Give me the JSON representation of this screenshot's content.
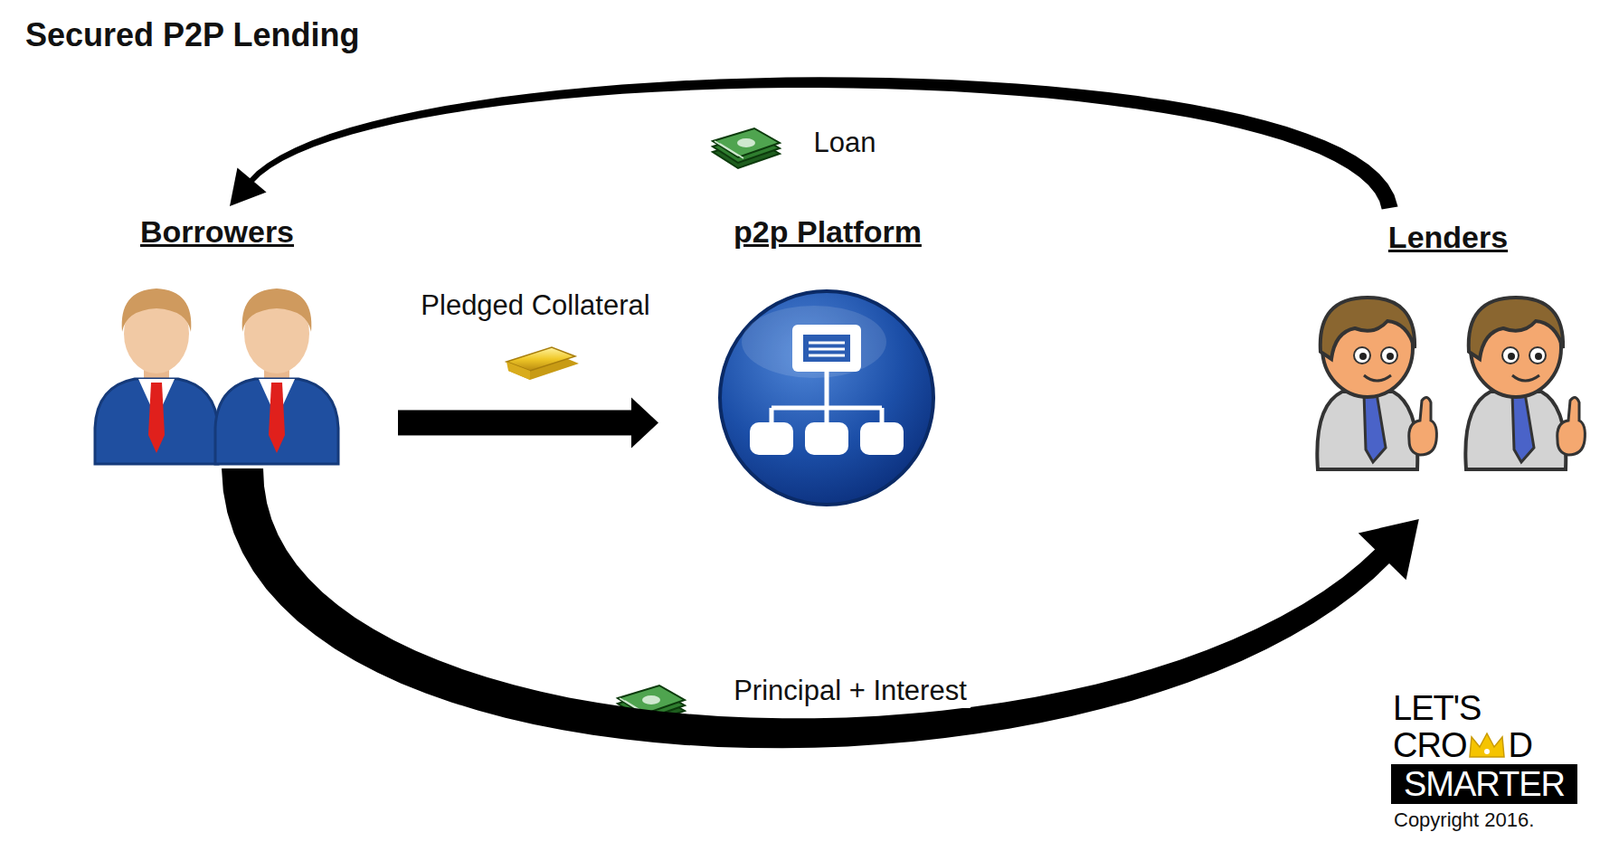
{
  "diagram": {
    "title": "Secured P2P Lending",
    "nodes": [
      {
        "text": [
          "Borrowers"
        ]
      },
      {
        "text": [
          "p2p Platform"
        ]
      },
      {
        "text": [
          "Lenders"
        ]
      }
    ],
    "edges": [
      {
        "from": 2,
        "to": 0,
        "label": "Loan",
        "arrow": "to"
      },
      {
        "from": 0,
        "to": 1,
        "label": "Pledged Collateral",
        "arrow": "to"
      },
      {
        "from": 0,
        "to": 2,
        "label": "Principal + Interest",
        "arrow": "to"
      }
    ],
    "labels": [
      "LET'S",
      "CRO",
      "D",
      "SMARTER",
      "Copyright 2016."
    ]
  }
}
